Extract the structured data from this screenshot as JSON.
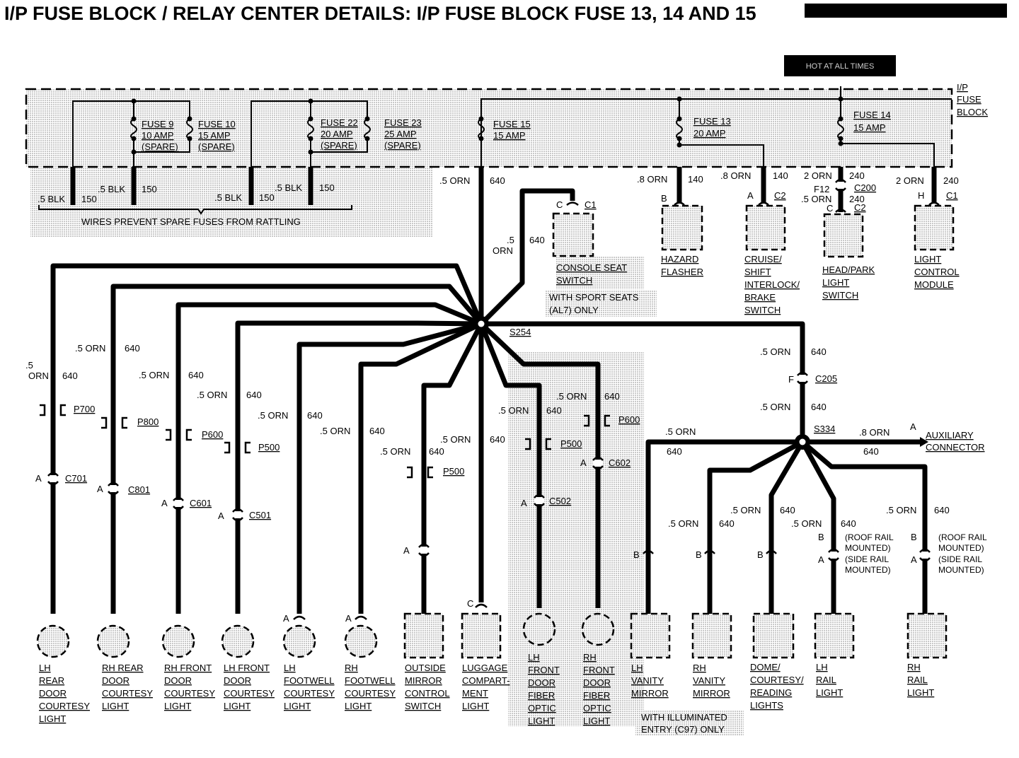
{
  "title": "I/P FUSE BLOCK / RELAY CENTER DETAILS:  I/P FUSE BLOCK FUSE 13, 14 AND 15",
  "hot_label": "HOT AT ALL TIMES",
  "fuse_block_label": [
    "I/P",
    "FUSE",
    "BLOCK"
  ],
  "fuses": {
    "f9": [
      "FUSE 9",
      "10 AMP",
      "(SPARE)"
    ],
    "f10": [
      "FUSE 10",
      "15 AMP",
      "(SPARE)"
    ],
    "f22": [
      "FUSE 22",
      "20 AMP",
      "(SPARE)"
    ],
    "f23": [
      "FUSE 23",
      "25 AMP",
      "(SPARE)"
    ],
    "f15": [
      "FUSE 15",
      "15 AMP"
    ],
    "f13": [
      "FUSE 13",
      "20 AMP"
    ],
    "f14": [
      "FUSE 14",
      "15 AMP"
    ]
  },
  "spare_wires": {
    "w1": [
      ".5 BLK",
      "150"
    ],
    "w2": [
      ".5 BLK",
      "150"
    ],
    "w3": [
      ".5 BLK",
      "150"
    ],
    "w4": [
      ".5 BLK",
      "150"
    ],
    "note": "WIRES PREVENT SPARE FUSES FROM RATTLING"
  },
  "feeds": {
    "f15": [
      ".5 ORN",
      "640"
    ],
    "f13a": [
      ".8 ORN",
      "140"
    ],
    "f13b": [
      ".8 ORN",
      "140"
    ],
    "f14a": [
      "2 ORN",
      "240"
    ],
    "f14b": [
      "2 ORN",
      "240"
    ],
    "f14c": [
      ".5 ORN",
      "240"
    ],
    "console": [
      ".5",
      "ORN",
      "640"
    ]
  },
  "connectors_top": {
    "c1_console": [
      "C",
      "C1"
    ],
    "hazard": "B",
    "cruise": [
      "A",
      "C2"
    ],
    "c200": [
      "F12",
      "C200"
    ],
    "headpark": [
      "C",
      "C2"
    ],
    "light_ctrl": [
      "H",
      "C1"
    ]
  },
  "top_components": {
    "console_seat": [
      "CONSOLE SEAT",
      "SWITCH"
    ],
    "sport_note": [
      "WITH SPORT SEATS",
      "(AL7) ONLY"
    ],
    "hazard": [
      "HAZARD",
      "FLASHER"
    ],
    "cruise": [
      "CRUISE/",
      "SHIFT",
      "INTERLOCK/",
      "BRAKE",
      "SWITCH"
    ],
    "headpark": [
      "HEAD/PARK",
      "LIGHT",
      "SWITCH"
    ],
    "lcm": [
      "LIGHT",
      "CONTROL",
      "MODULE"
    ]
  },
  "splices": {
    "s254": "S254",
    "s334": "S334"
  },
  "branches": {
    "b1": {
      "wire": [
        ".5",
        "ORN",
        "640"
      ],
      "inline": "P700",
      "conn": [
        "A",
        "C701"
      ]
    },
    "b2": {
      "wire": [
        ".5 ORN",
        "640"
      ],
      "inline": "P800",
      "conn": [
        "A",
        "C801"
      ]
    },
    "b3": {
      "wire": [
        ".5 ORN",
        "640"
      ],
      "inline": "P600",
      "conn": [
        "A",
        "C601"
      ]
    },
    "b4": {
      "wire": [
        ".5 ORN",
        "640"
      ],
      "inline": "P500",
      "conn": [
        "A",
        "C501"
      ]
    },
    "b5": {
      "wire": [
        ".5 ORN",
        "640"
      ],
      "conn": "A"
    },
    "b6": {
      "wire": [
        ".5 ORN",
        "640"
      ],
      "conn": "A"
    },
    "b7": {
      "wire": [
        ".5 ORN",
        "640"
      ],
      "inline": "P500",
      "conn": "A"
    },
    "b8": {
      "wire": [
        ".5 ORN",
        "640"
      ],
      "conn": "C"
    },
    "b9": {
      "wire": [
        ".5 ORN",
        "640"
      ],
      "inline": "P500",
      "conn": [
        "A",
        "C502"
      ]
    },
    "b10": {
      "wire": [
        ".5 ORN",
        "640"
      ],
      "inline": "P600",
      "conn": [
        "A",
        "C602"
      ]
    }
  },
  "right_trunk": {
    "upper": [
      ".5 ORN",
      "640"
    ],
    "conn": [
      "F",
      "C205"
    ],
    "lower": [
      ".5 ORN",
      "640"
    ],
    "aux_wire": [
      ".8 ORN",
      "640"
    ],
    "aux_pin": "A",
    "aux_label": [
      "AUXILIARY",
      "CONNECTOR"
    ]
  },
  "right_branches": {
    "r1": {
      "wire": [
        ".5 ORN",
        "640"
      ],
      "pin": "B"
    },
    "r2": {
      "wire": [
        ".5 ORN",
        "640"
      ],
      "pin": "B"
    },
    "r3": {
      "wire": [
        ".5 ORN",
        "640"
      ],
      "pin": "B"
    },
    "r4": {
      "wire": [
        ".5 ORN",
        "640"
      ],
      "pins": [
        "B",
        "A"
      ],
      "notes": [
        "(ROOF RAIL",
        "MOUNTED)",
        "(SIDE RAIL",
        "MOUNTED)"
      ]
    },
    "r5": {
      "wire": [
        ".5 ORN",
        "640"
      ],
      "pins": [
        "B",
        "A"
      ],
      "notes": [
        "(ROOF RAIL",
        "MOUNTED)",
        "(SIDE RAIL",
        "MOUNTED)"
      ]
    }
  },
  "bottom_components": {
    "lh_rear": [
      "LH",
      "REAR",
      "DOOR",
      "COURTESY",
      "LIGHT"
    ],
    "rh_rear": [
      "RH REAR",
      "DOOR",
      "COURTESY",
      "LIGHT"
    ],
    "rh_front": [
      "RH FRONT",
      "DOOR",
      "COURTESY",
      "LIGHT"
    ],
    "lh_front": [
      "LH FRONT",
      "DOOR",
      "COURTESY",
      "LIGHT"
    ],
    "lh_footwell": [
      "LH",
      "FOOTWELL",
      "COURTESY",
      "LIGHT"
    ],
    "rh_footwell": [
      "RH",
      "FOOTWELL",
      "COURTESY",
      "LIGHT"
    ],
    "outside_mirror": [
      "OUTSIDE",
      "MIRROR",
      "CONTROL",
      "SWITCH"
    ],
    "luggage": [
      "LUGGAGE",
      "COMPART-",
      "MENT",
      "LIGHT"
    ],
    "lh_fiber": [
      "LH",
      "FRONT",
      "DOOR",
      "FIBER",
      "OPTIC",
      "LIGHT"
    ],
    "rh_fiber": [
      "RH",
      "FRONT",
      "DOOR",
      "FIBER",
      "OPTIC",
      "LIGHT"
    ],
    "lh_vanity": [
      "LH",
      "VANITY",
      "MIRROR"
    ],
    "rh_vanity": [
      "RH",
      "VANITY",
      "MIRROR"
    ],
    "dome": [
      "DOME/",
      "COURTESY/",
      "READING",
      "LIGHTS"
    ],
    "lh_rail": [
      "LH",
      "RAIL",
      "LIGHT"
    ],
    "rh_rail": [
      "RH",
      "RAIL",
      "LIGHT"
    ]
  },
  "illum_note": [
    "WITH ILLUMINATED",
    "ENTRY (C97) ONLY"
  ]
}
